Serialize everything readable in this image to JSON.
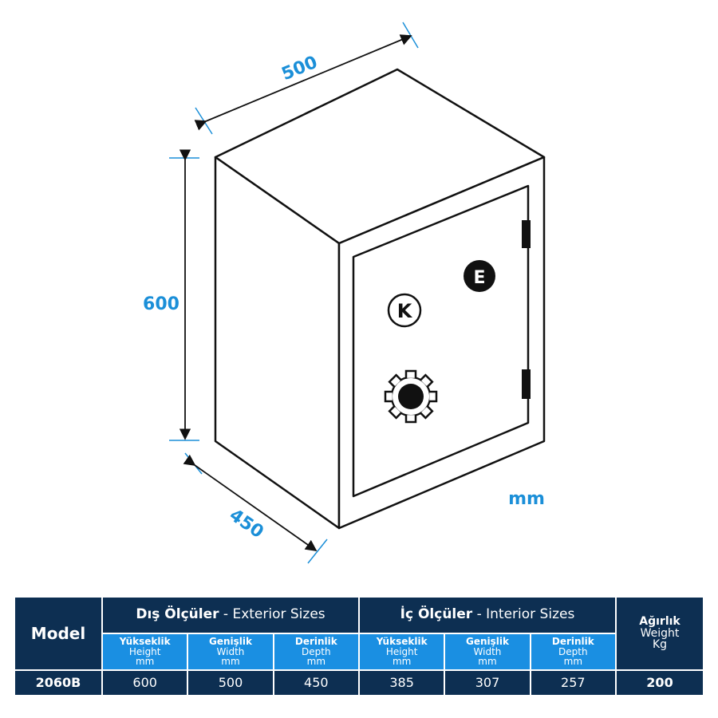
{
  "diagram": {
    "width_label": "500",
    "height_label": "600",
    "depth_label": "450",
    "unit": "mm",
    "lock_key_letter": "K",
    "lock_electronic_letter": "E"
  },
  "colors": {
    "navy": "#0d2f52",
    "blue": "#1a8fe2",
    "dim": "#1b8fd8"
  },
  "table": {
    "model_header": "Model",
    "exterior": {
      "tr": "Dış Ölçüler",
      "en": " - Exterior Sizes"
    },
    "interior": {
      "tr": "İç Ölçüler",
      "en": " - Interior Sizes"
    },
    "weight": {
      "tr": "Ağırlık",
      "en": "Weight",
      "unit": "Kg"
    },
    "cols": [
      {
        "tr": "Yükseklik",
        "en": "Height",
        "unit": "mm"
      },
      {
        "tr": "Genişlik",
        "en": "Width",
        "unit": "mm"
      },
      {
        "tr": "Derinlik",
        "en": "Depth",
        "unit": "mm"
      }
    ],
    "row": {
      "model": "2060B",
      "ext_h": "600",
      "ext_w": "500",
      "ext_d": "450",
      "int_h": "385",
      "int_w": "307",
      "int_d": "257",
      "weight": "200"
    }
  }
}
